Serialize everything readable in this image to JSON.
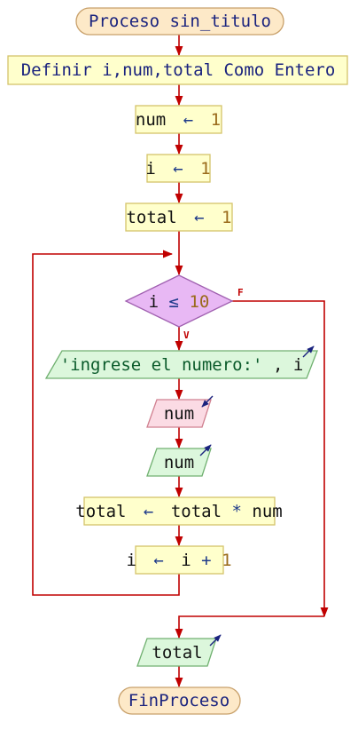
{
  "diagram": {
    "title": "Proceso sin_titulo",
    "define_stmt": "Definir i,num,total Como Entero",
    "assign_num": {
      "var": "num",
      "arrow": "←",
      "value": "1"
    },
    "assign_i": {
      "var": "i",
      "arrow": "←",
      "value": "1"
    },
    "assign_total": {
      "var": "total",
      "arrow": "←",
      "value": "1"
    },
    "condition": {
      "var": "i",
      "op": "≤",
      "value": "10"
    },
    "false_label": "F",
    "true_label": "V",
    "write_prompt": {
      "text": "'ingrese el numero:'",
      "sep": ",",
      "var": "i"
    },
    "read_num": "num",
    "write_num": "num",
    "assign_sum": {
      "var": "total",
      "arrow": "←",
      "expr_var": "total",
      "op": "*",
      "expr_var2": "num"
    },
    "increment": {
      "var": "i",
      "arrow": "←",
      "expr_var": "i",
      "op": "+",
      "value": "1"
    },
    "write_total": "total",
    "end": "FinProceso"
  },
  "colors": {
    "connector": "#c00000",
    "process_fill": "#ffffcc",
    "process_stroke": "#d4c46a",
    "terminal_fill": "#fde9c8",
    "terminal_stroke": "#c8a06a",
    "decision_fill": "#e8b8f4",
    "decision_stroke": "#a060b0",
    "output_fill": "#dcf7dc",
    "output_stroke": "#70b070",
    "input_fill": "#fbdbe4",
    "input_stroke": "#d08090",
    "io_arrow": "#1a237e"
  }
}
